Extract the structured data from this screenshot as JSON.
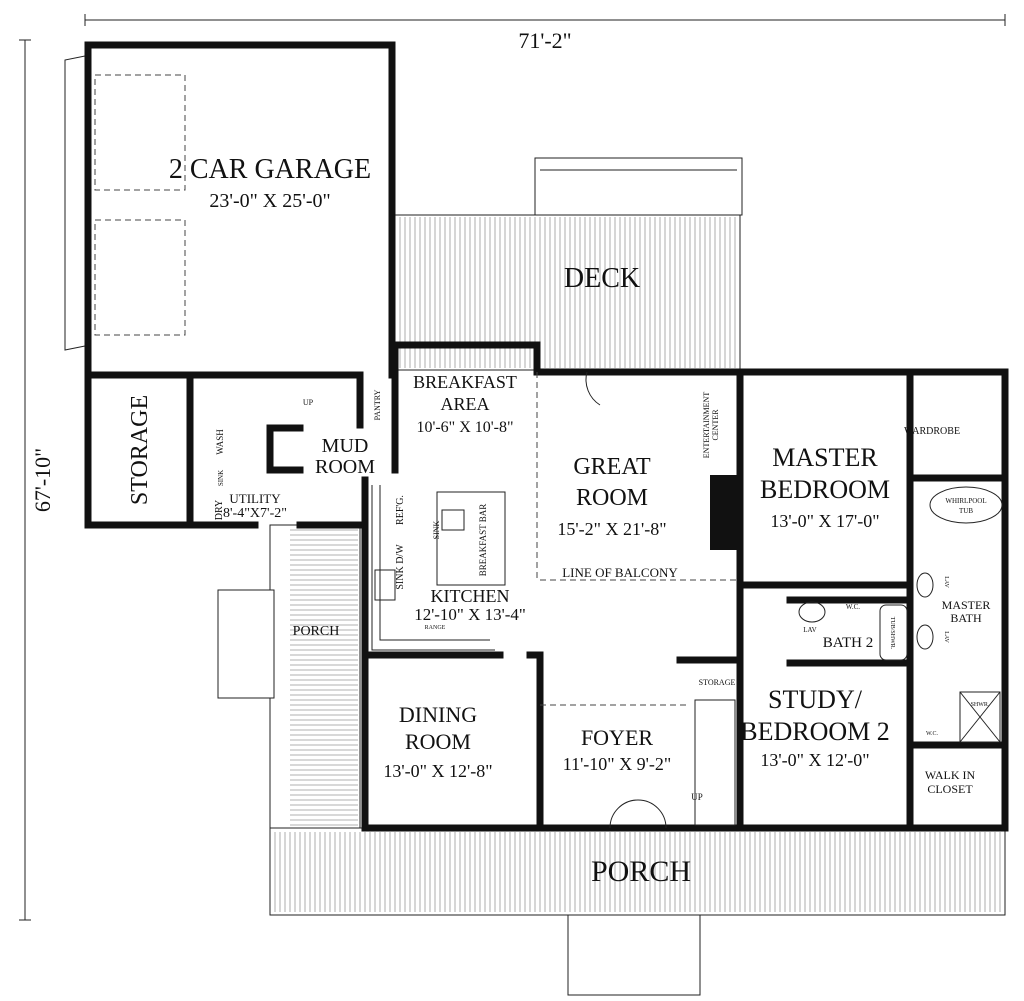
{
  "dimensions": {
    "width": "71'-2\"",
    "depth": "67'-10\""
  },
  "rooms": {
    "garage": {
      "name": "2 CAR GARAGE",
      "size": "23'-0\" X 25'-0\""
    },
    "deck": {
      "name": "DECK"
    },
    "storage": {
      "name": "STORAGE"
    },
    "breakfast": {
      "name1": "BREAKFAST",
      "name2": "AREA",
      "size": "10'-6\" X 10'-8\""
    },
    "pantry": {
      "name": "PANTRY"
    },
    "mud_room": {
      "name1": "MUD",
      "name2": "ROOM"
    },
    "utility": {
      "name": "UTILITY",
      "size": "8'-4\"X7'-2\"",
      "wash": "WASH",
      "sink": "SINK",
      "dry": "DRY"
    },
    "stair_up_garage": "UP",
    "kitchen": {
      "name": "KITCHEN",
      "size": "12'-10\" X 13'-4\"",
      "refg": "REF'G.",
      "sink_dw": "SINK D/W",
      "island_sink": "SINK",
      "breakfast_bar": "BREAKFAST BAR",
      "range": "RANGE"
    },
    "great_room": {
      "name1": "GREAT",
      "name2": "ROOM",
      "size": "15'-2\" X 21'-8\"",
      "entertainment1": "ENTERTAINMENT",
      "entertainment2": "CENTER",
      "balcony": "LINE OF BALCONY"
    },
    "master_bedroom": {
      "name1": "MASTER",
      "name2": "BEDROOM",
      "size": "13'-0\" X 17'-0\"",
      "wardrobe": "WARDROBE"
    },
    "master_bath": {
      "name1": "MASTER",
      "name2": "BATH",
      "tub1": "WHIRLPOOL",
      "tub2": "TUB",
      "lav": "LAV",
      "shwr": "SHWR.",
      "wc": "W.C."
    },
    "bath2": {
      "name": "BATH 2",
      "lav": "LAV",
      "wc": "W.C.",
      "tub": "TUB/SHWR."
    },
    "study": {
      "name1": "STUDY/",
      "name2": "BEDROOM 2",
      "size": "13'-0\" X 12'-0\""
    },
    "walk_in_closet": {
      "name1": "WALK IN",
      "name2": "CLOSET"
    },
    "foyer_storage": {
      "name": "STORAGE"
    },
    "dining": {
      "name1": "DINING",
      "name2": "ROOM",
      "size": "13'-0\" X 12'-8\""
    },
    "foyer": {
      "name": "FOYER",
      "size": "11'-10\" X 9'-2\"",
      "up": "UP"
    },
    "porch_front": {
      "name": "PORCH"
    },
    "porch_side": {
      "name": "PORCH"
    }
  }
}
